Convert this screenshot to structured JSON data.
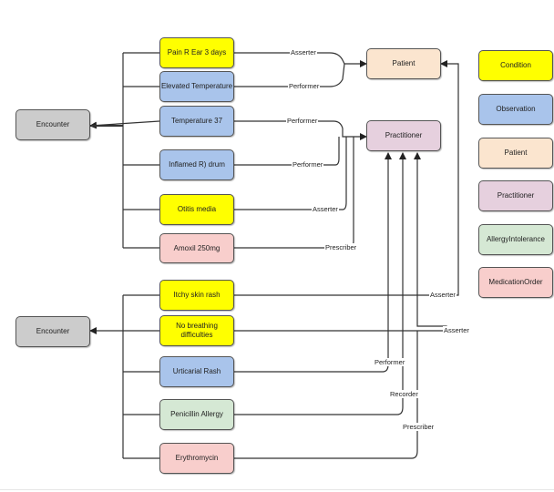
{
  "colors": {
    "condition": "#ffff00",
    "observation": "#a9c4eb",
    "patient": "#fbe5cf",
    "practitioner": "#e6d0de",
    "allergy": "#d5e8d4",
    "medication": "#f8cecc",
    "encounter": "#cccccc",
    "stroke": "#333333"
  },
  "nodes": {
    "encounter1": "Encounter",
    "encounter2": "Encounter",
    "pain": "Pain R Ear 3 days",
    "elevated": "Elevated Temperature",
    "temp37": "Temperature 37",
    "inflamed": "Inflamed R) drum",
    "otitis": "Otitis media",
    "amoxil": "Amoxil 250mg",
    "itchy": "Itchy skin rash",
    "nobreathing": "No breathing difficulties",
    "urticarial": "Urticarial Rash",
    "penicillin": "Penicillin Allergy",
    "erythromycin": "Erythromycin",
    "patient": "Patient",
    "practitioner": "Practitioner"
  },
  "legend": {
    "condition": "Condition",
    "observation": "Observation",
    "patient": "Patient",
    "practitioner": "Practitioner",
    "allergy": "AllergyIntolerance",
    "medication": "MedicationOrder"
  },
  "edge_labels": {
    "asserter_pain": "Asserter",
    "performer_elevated": "Performer",
    "performer_temp": "Performer",
    "performer_inflamed": "Performer",
    "asserter_otitis": "Asserter",
    "prescriber_amoxil": "Prescriber",
    "asserter_itchy": "Asserter",
    "asserter_nobreathing": "Asserter",
    "performer_urticarial": "Performer",
    "recorder_penicillin": "Recorder",
    "prescriber_erythromycin": "Prescriber"
  }
}
